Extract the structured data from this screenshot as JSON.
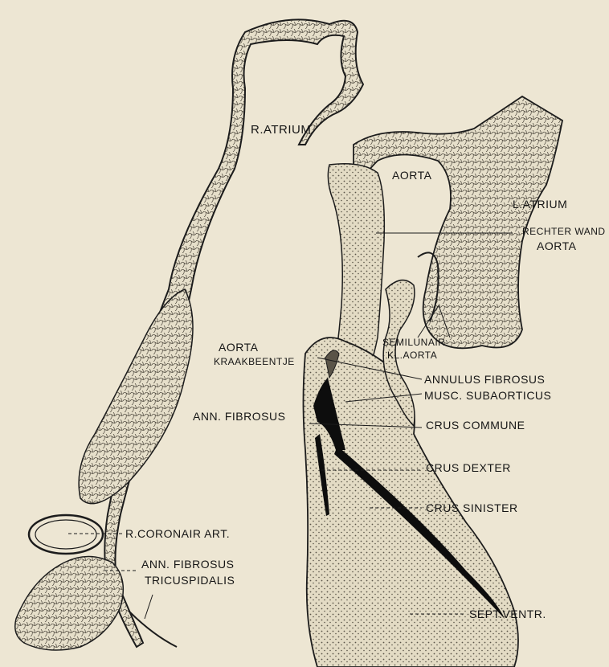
{
  "figure": {
    "labels": {
      "r_atrium": "R.ATRIUM",
      "aorta_top": "AORTA",
      "l_atrium": "L.ATRIUM",
      "rechter_wand": "RECHTER WAND",
      "rechter_wand_aorta": "AORTA",
      "semilunair": "SEMILUNAIR",
      "kl_aorta": "KL.AORTA",
      "aorta_kraak_1": "AORTA",
      "aorta_kraak_2": "KRAAKBEENTJE",
      "annulus_fibrosus": "ANNULUS FIBROSUS",
      "musc_subaorticus": "MUSC. SUBAORTICUS",
      "ann_fibrosus": "ANN. FIBROSUS",
      "crus_commune": "CRUS COMMUNE",
      "crus_dexter": "CRUS DEXTER",
      "crus_sinister": "CRUS SINISTER",
      "r_coronair_art": "R.CORONAIR ART.",
      "ann_fibrosus_tric_1": "ANN. FIBROSUS",
      "ann_fibrosus_tric_2": "TRICUSPIDALIS",
      "sept_ventr": "SEPT.VENTR."
    },
    "colors": {
      "paper": "#ede6d3",
      "tissue_fill": "#e3dbc4",
      "outline": "#1c1c1c",
      "conduction_black": "#0d0d0d"
    }
  }
}
